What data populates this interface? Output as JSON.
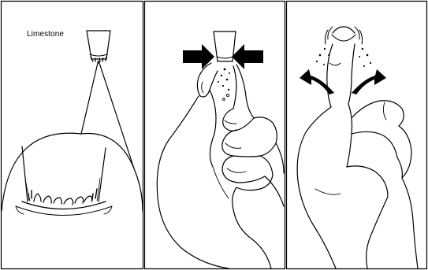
{
  "panels": [
    {
      "id": 1,
      "label": "Limestone",
      "steps": "filter-with-limestone-deposit-and-magnified-view"
    },
    {
      "id": 2,
      "steps": "squeeze-filter-tip-with-thumb-and-index-finger"
    },
    {
      "id": 3,
      "steps": "flex-filter-tip-back-and-forth-to-break-deposit"
    }
  ],
  "colors": {
    "line": "#000000",
    "background": "#ffffff"
  }
}
